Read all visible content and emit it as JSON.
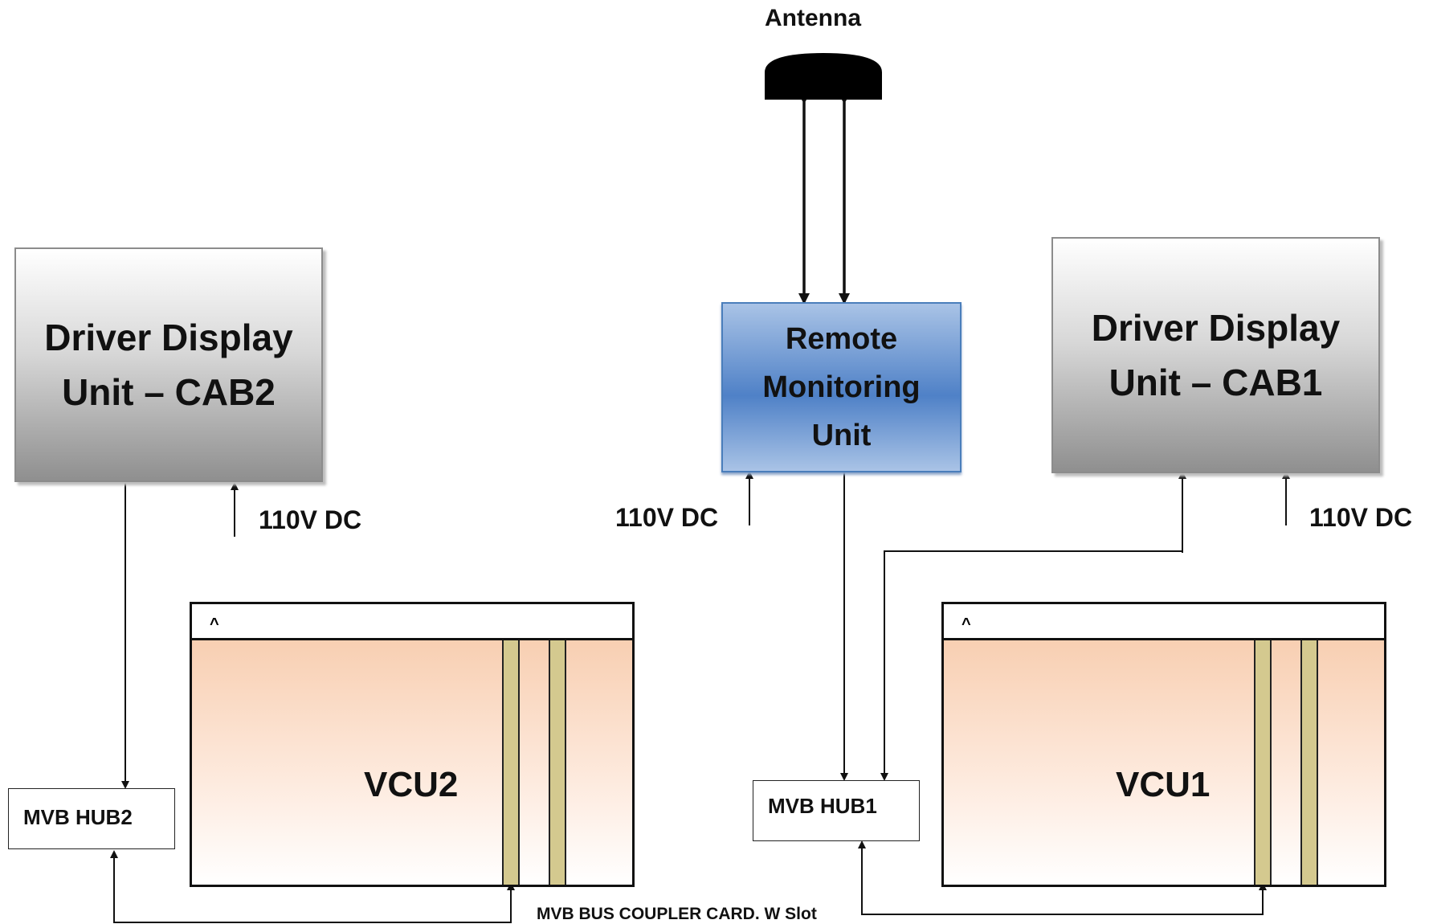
{
  "antenna": {
    "label": "Antenna"
  },
  "remote_monitoring_unit": {
    "line1": "Remote",
    "line2": "Monitoring",
    "line3": "Unit"
  },
  "ddu_cab2": {
    "line1": "Driver Display",
    "line2": "Unit – CAB2"
  },
  "ddu_cab1": {
    "line1": "Driver Display",
    "line2": "Unit – CAB1"
  },
  "power": {
    "ddu_cab2": "110V DC",
    "rmu": "110V DC",
    "ddu_cab1": "110V DC"
  },
  "vcu2": {
    "label": "VCU2",
    "marker": "^"
  },
  "vcu1": {
    "label": "VCU1",
    "marker": "^"
  },
  "hubs": {
    "hub2": "MVB HUB2",
    "hub1": "MVB HUB1"
  },
  "coupler_label": "MVB BUS COUPLER CARD. W Slot",
  "colors": {
    "rmu_blue": "#4f81c7",
    "vcu_peach": "#f8cfb2",
    "slot_tan": "#d4c98f",
    "ddu_gray": "#8f8f8f"
  }
}
